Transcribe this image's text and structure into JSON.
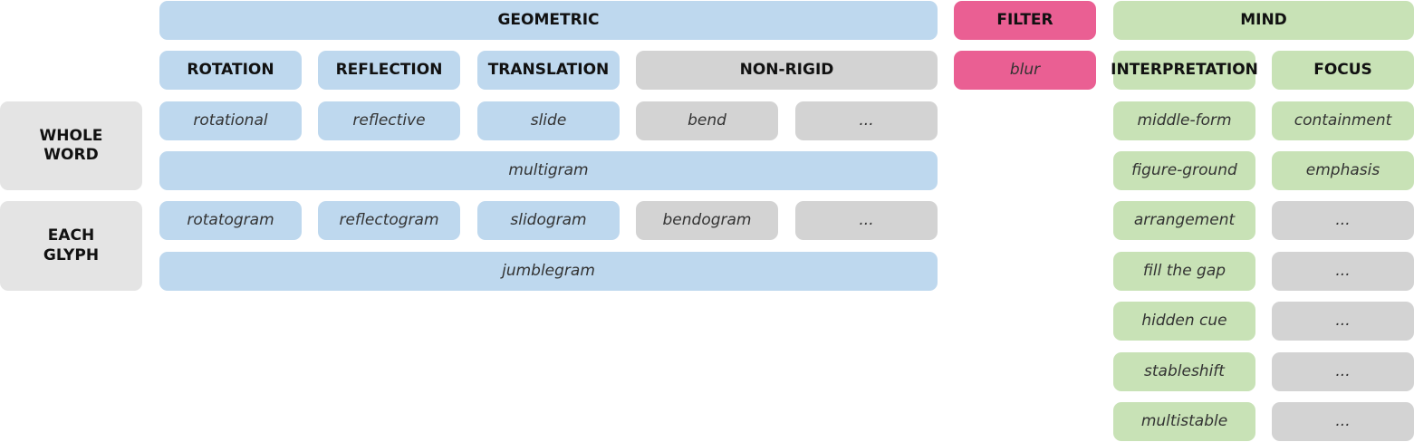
{
  "headers": {
    "geometric": "GEOMETRIC",
    "filter": "FILTER",
    "mind": "MIND"
  },
  "subheaders": {
    "rotation": "ROTATION",
    "reflection": "REFLECTION",
    "translation": "TRANSLATION",
    "non_rigid": "NON-RIGID",
    "blur": "blur",
    "interpretation": "INTERPRETATION",
    "focus": "FOCUS"
  },
  "row_labels": {
    "whole_word": [
      "WHOLE",
      "WORD"
    ],
    "each_glyph": [
      "EACH",
      "GLYPH"
    ]
  },
  "whole_word": {
    "rotational": "rotational",
    "reflective": "reflective",
    "slide": "slide",
    "bend": "bend",
    "more": "...",
    "multigram": "multigram"
  },
  "each_glyph": {
    "rotatogram": "rotatogram",
    "reflectogram": "reflectogram",
    "slidogram": "slidogram",
    "bendogram": "bendogram",
    "more": "...",
    "jumblegram": "jumblegram"
  },
  "interpretation": [
    "middle-form",
    "figure-ground",
    "arrangement",
    "fill the gap",
    "hidden cue",
    "stableshift",
    "multistable"
  ],
  "focus": [
    "containment",
    "emphasis",
    "...",
    "...",
    "...",
    "...",
    "..."
  ],
  "colors": {
    "geometric": "#bed8ee",
    "non_rigid": "#d3d3d3",
    "filter": "#ea5f93",
    "mind": "#c8e2b6",
    "row_label": "#e4e4e4"
  }
}
